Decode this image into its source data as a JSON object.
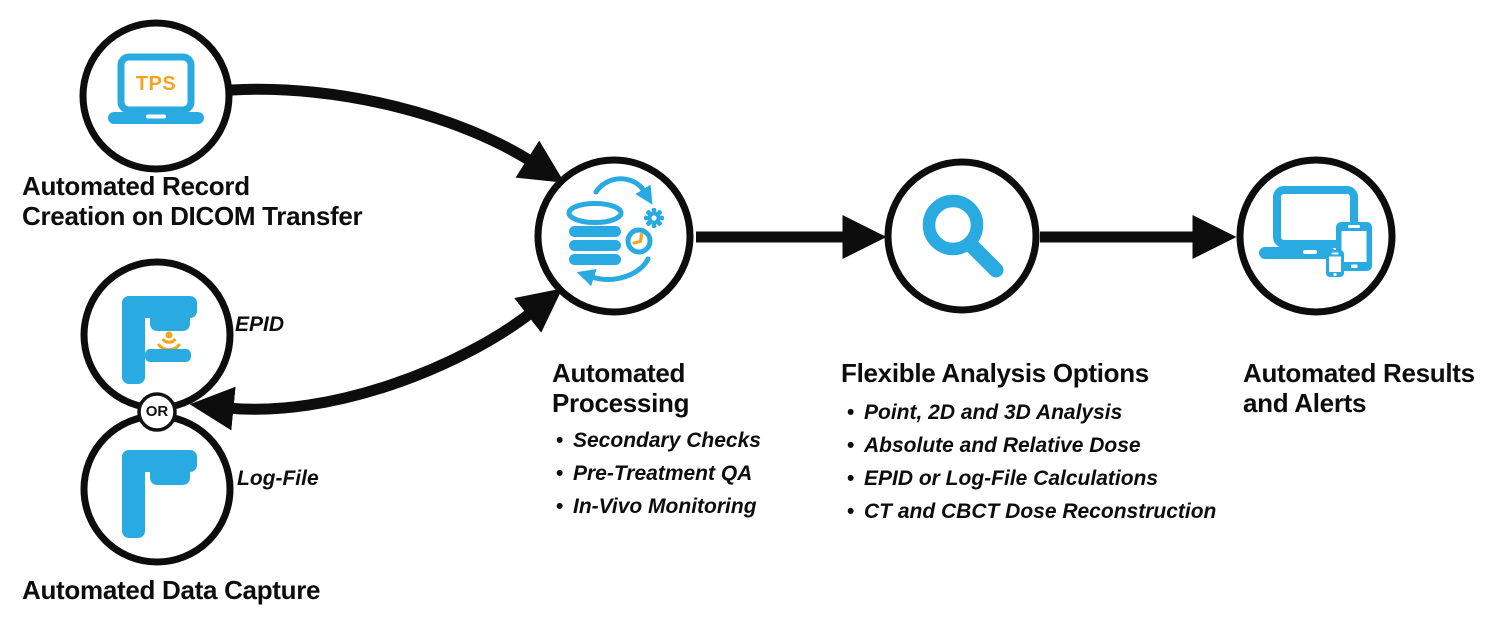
{
  "palette": {
    "accent_blue": "#29ABE2",
    "accent_orange": "#F7A41D",
    "line_black": "#0D0D0D"
  },
  "nodes": {
    "record": {
      "icon": "laptop-tps-icon",
      "screen_label": "TPS",
      "caption_line1": "Automated Record",
      "caption_line2": "Creation on DICOM Transfer"
    },
    "capture": {
      "epid": {
        "icon": "epid-arm-icon",
        "label": "EPID"
      },
      "logfile": {
        "icon": "log-file-arm-icon",
        "label": "Log-File"
      },
      "or_label": "OR",
      "caption": "Automated Data Capture"
    },
    "processing": {
      "icon": "database-sync-icon",
      "title_line1": "Automated",
      "title_line2": "Processing",
      "bullets": [
        "Secondary Checks",
        "Pre-Treatment QA",
        "In-Vivo Monitoring"
      ]
    },
    "analysis": {
      "icon": "magnifier-icon",
      "title": "Flexible Analysis Options",
      "bullets": [
        "Point, 2D and 3D Analysis",
        "Absolute and Relative Dose",
        "EPID or Log-File Calculations",
        "CT and CBCT Dose Reconstruction"
      ]
    },
    "results": {
      "icon": "devices-icon",
      "title_line1": "Automated Results",
      "title_line2": "and Alerts"
    }
  }
}
